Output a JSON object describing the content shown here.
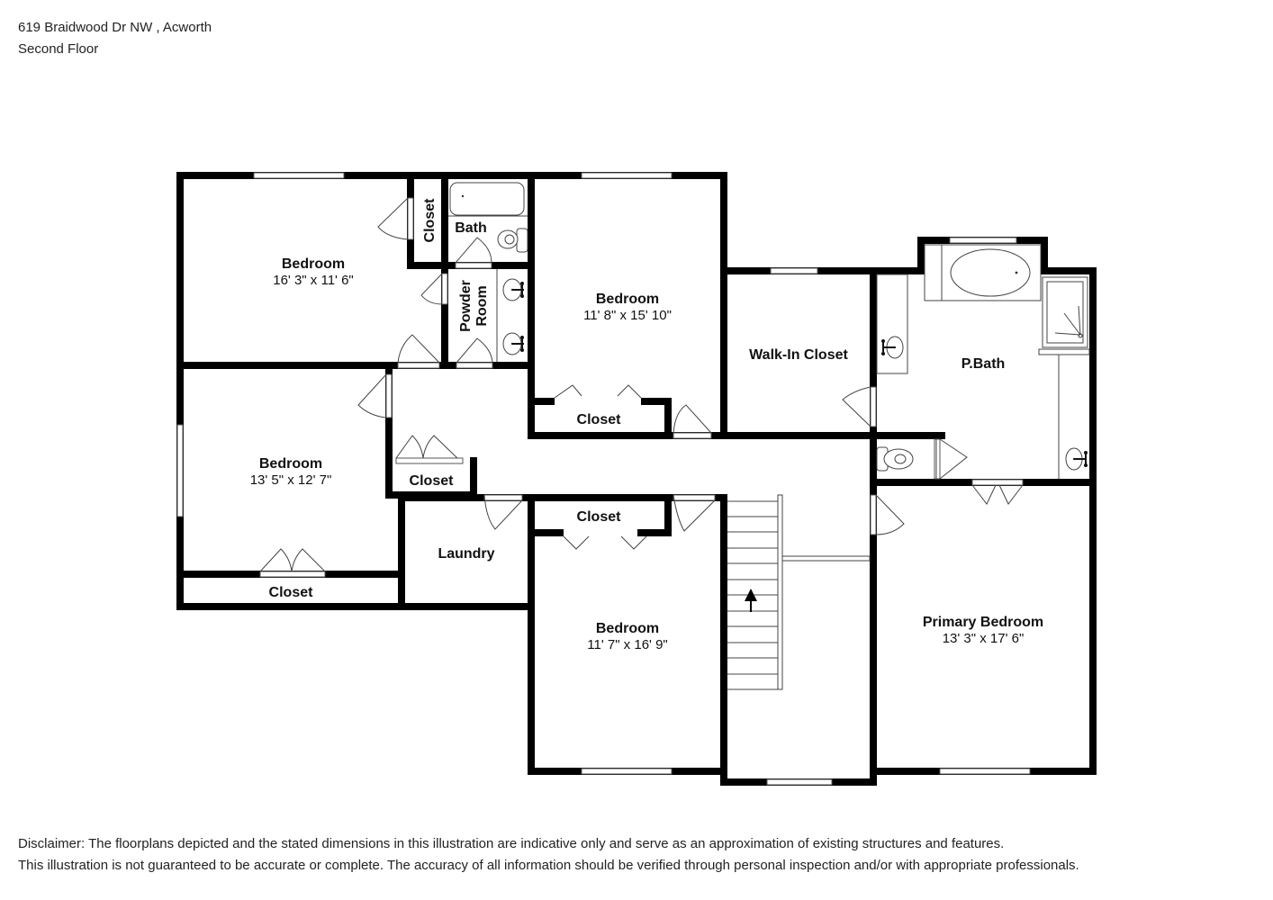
{
  "header": {
    "address": "619 Braidwood Dr NW , Acworth",
    "floor": "Second Floor"
  },
  "rooms": {
    "bedroom_nw": {
      "name": "Bedroom",
      "dims": "16' 3\" x 11' 6\""
    },
    "closet_nw": {
      "name": "Closet"
    },
    "bath": {
      "name": "Bath"
    },
    "powder_room": {
      "line1": "Powder",
      "line2": "Room"
    },
    "bedroom_n": {
      "name": "Bedroom",
      "dims": "11' 8\" x 15' 10\""
    },
    "closet_n": {
      "name": "Closet"
    },
    "walk_in_closet": {
      "name": "Walk-In Closet"
    },
    "pbath": {
      "name": "P.Bath"
    },
    "bedroom_w": {
      "name": "Bedroom",
      "dims": "13' 5\" x 12' 7\""
    },
    "closet_hall": {
      "name": "Closet"
    },
    "closet_sw": {
      "name": "Closet"
    },
    "laundry": {
      "name": "Laundry"
    },
    "closet_s": {
      "name": "Closet"
    },
    "bedroom_s": {
      "name": "Bedroom",
      "dims": "11' 7\" x 16' 9\""
    },
    "primary_bedroom": {
      "name": "Primary Bedroom",
      "dims": "13' 3\" x 17' 6\""
    }
  },
  "stairs": {
    "direction": "up"
  },
  "disclaimer": {
    "line1": "Disclaimer: The floorplans depicted and the stated dimensions in this illustration are indicative only and serve as an approximation of existing structures and features.",
    "line2": "This illustration is not guaranteed to be accurate or complete. The accuracy of all information should be verified through personal inspection and/or with appropriate professionals."
  }
}
